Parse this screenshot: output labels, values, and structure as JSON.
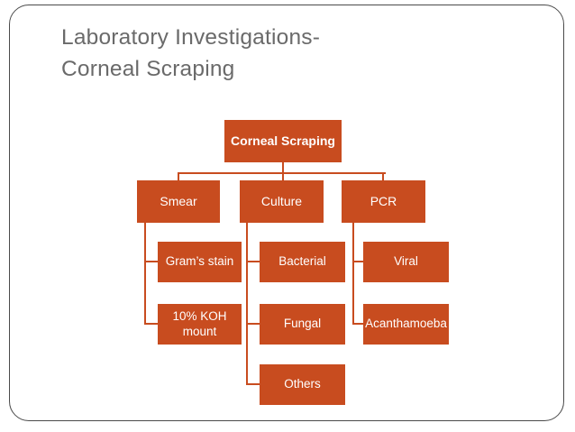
{
  "slide": {
    "title_line1": "Laboratory Investigations-",
    "title_line2": "Corneal Scraping"
  },
  "colors": {
    "accent": "#C84C1F",
    "node_text": "#FFFFFF",
    "title_text": "#6A6A6A",
    "frame_border": "#4A4A4A",
    "background": "#FFFFFF"
  },
  "diagram": {
    "type": "hierarchy",
    "root": {
      "label": "Corneal Scraping"
    },
    "branches": [
      {
        "label": "Smear",
        "children": [
          "Gram’s stain",
          "10% KOH mount"
        ]
      },
      {
        "label": "Culture",
        "children": [
          "Bacterial",
          "Fungal",
          "Others"
        ]
      },
      {
        "label": "PCR",
        "children": [
          "Viral",
          "Acanthamoeba"
        ]
      }
    ]
  }
}
